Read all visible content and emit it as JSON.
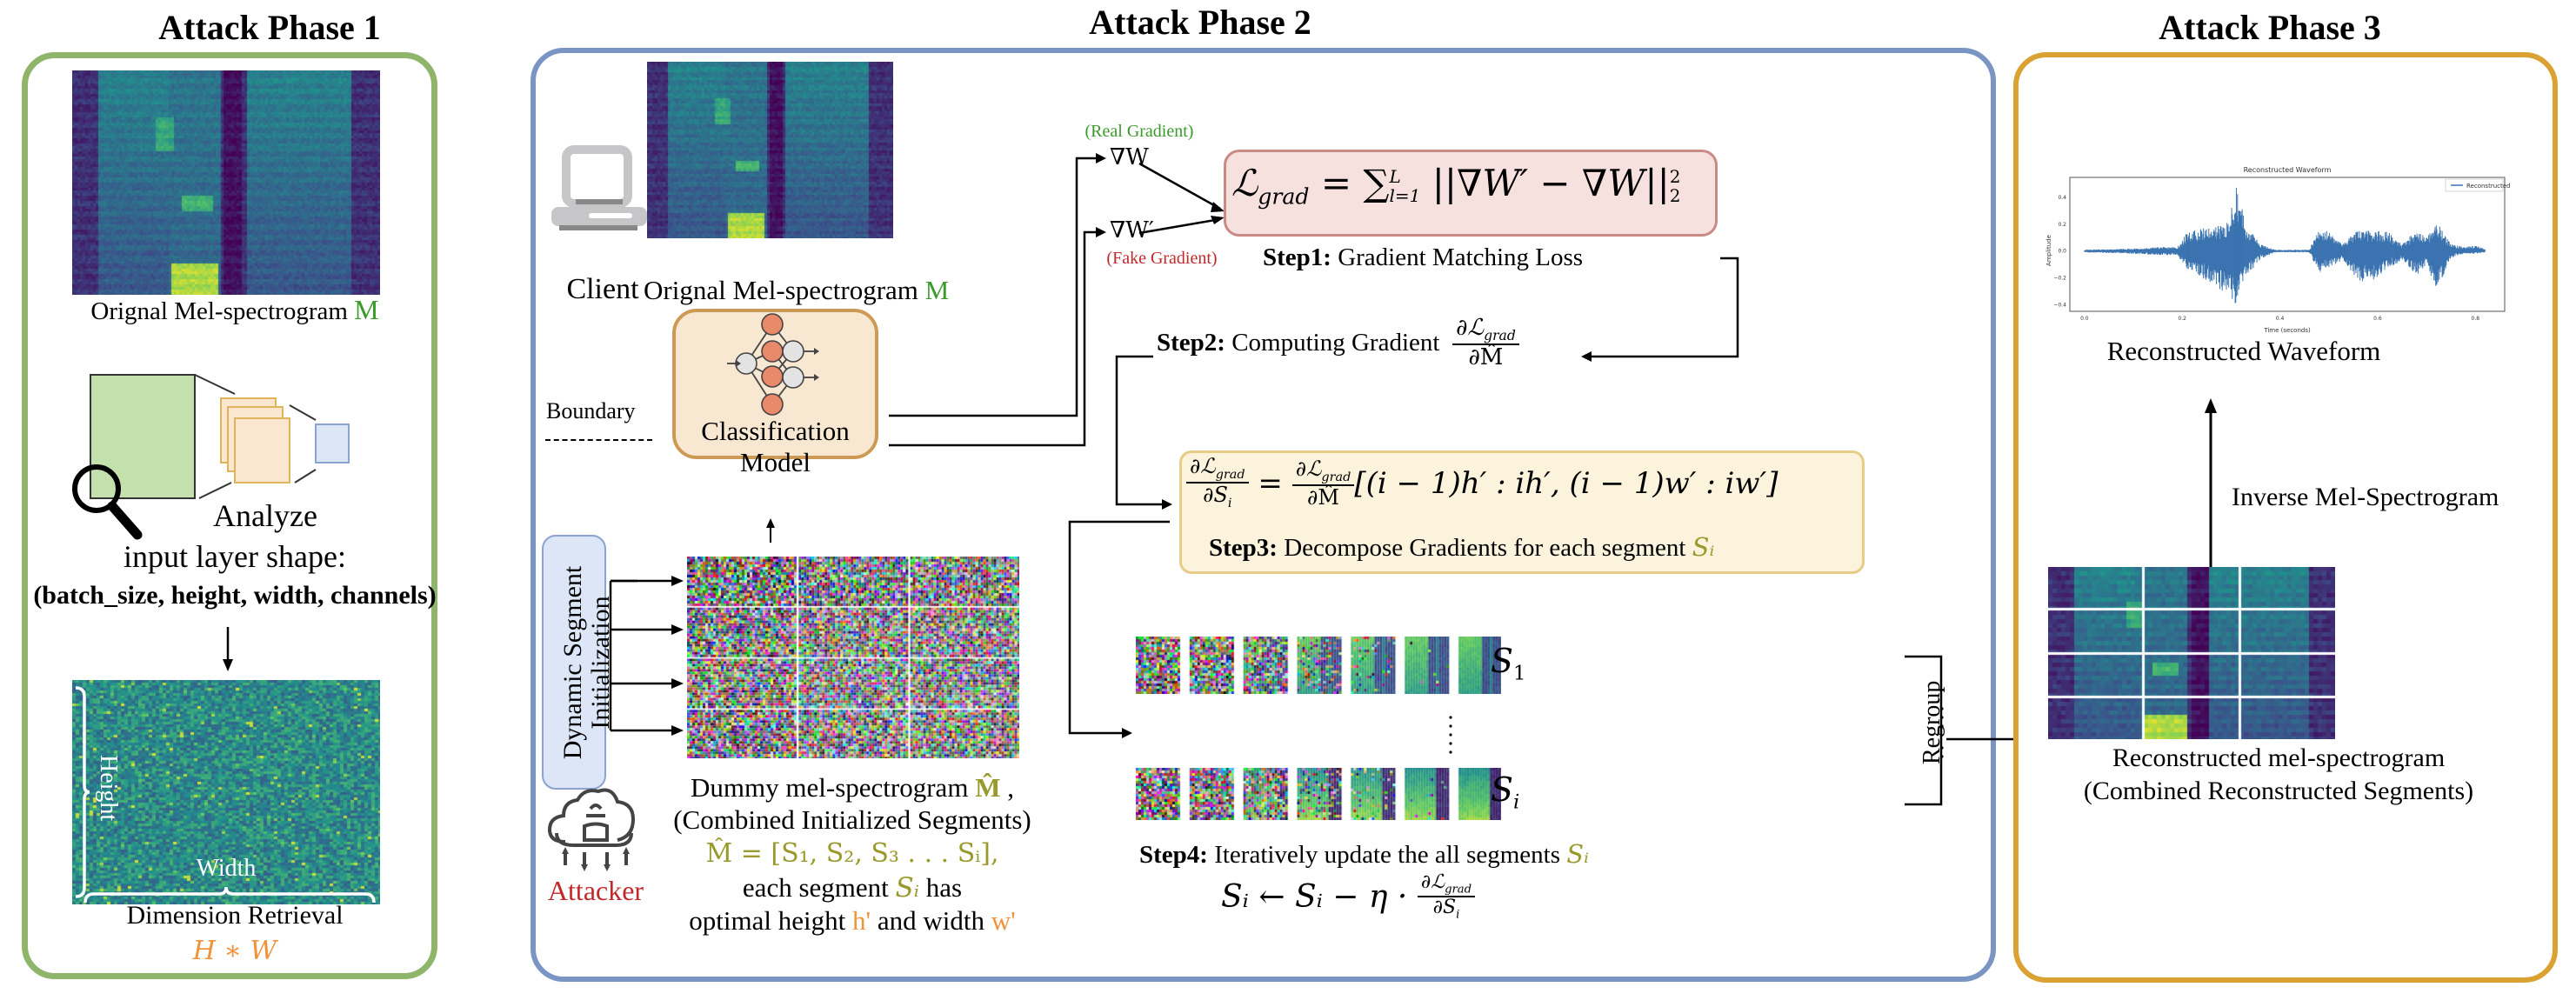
{
  "phase1": {
    "title": "Attack Phase 1",
    "spectrogram_caption": "Orignal Mel-spectrogram",
    "spectrogram_symbol": "M",
    "analyze_label": "Analyze",
    "input_layer_label": "input layer shape:",
    "shape_label": "(batch_size, height, width, channels)",
    "height_label": "Height",
    "width_label": "Width",
    "dimension_caption": "Dimension Retrieval",
    "dimension_formula": "H ∗ W"
  },
  "phase2": {
    "title": "Attack Phase 2",
    "client_label": "Client",
    "spectrogram_caption": "Orignal Mel-spectrogram",
    "spectrogram_symbol": "M",
    "boundary_label": "Boundary",
    "model_label": "Classification Model",
    "dynamic_init_line1": "Dynamic Segment",
    "dynamic_init_line2": "Initialization",
    "attacker_label": "Attacker",
    "dummy_caption_line1": "Dummy mel-spectrogram",
    "dummy_symbol": "M̂",
    "dummy_caption_line2": "(Combined Initialized Segments)",
    "dummy_formula": "M̂ = [S₁, S₂, S₃ . . . Sᵢ],",
    "segment_text_prefix": "each segment",
    "segment_symbol": "Sᵢ",
    "segment_text_suffix": "has",
    "optimal_prefix": "optimal height",
    "h_prime": "h'",
    "optimal_mid": "and width",
    "w_prime": "w'",
    "real_gradient_label": "(Real Gradient)",
    "real_gradient_symbol": "∇W",
    "fake_gradient_label": "(Fake Gradient)",
    "fake_gradient_symbol": "∇W′",
    "step1_bold": "Step1:",
    "step1_text": "Gradient Matching Loss",
    "loss_formula_lhs": "ℒ",
    "loss_formula_sub": "grad",
    "loss_formula_rhs": "= ∑",
    "loss_sum_sup": "L",
    "loss_sum_sub": "l=1",
    "loss_norm": "||∇W′ − ∇W||",
    "loss_norm_sub": "2",
    "loss_norm_sup": "2",
    "step2_bold": "Step2:",
    "step2_text": "Computing Gradient",
    "step2_num": "∂ℒ",
    "step2_num_sub": "grad",
    "step2_den": "∂M̂",
    "step3_lhs_num": "∂ℒ",
    "step3_lhs_num_sub": "grad",
    "step3_lhs_den": "∂S",
    "step3_lhs_den_sub": "i",
    "step3_eq": "=",
    "step3_rhs_num": "∂ℒ",
    "step3_rhs_num_sub": "grad",
    "step3_rhs_den": "∂M̂",
    "step3_slice": "[(i − 1)h′ : ih′, (i − 1)w′ : iw′]",
    "step3_bold": "Step3:",
    "step3_text": "Decompose Gradients for each segment",
    "step3_symbol": "Sᵢ",
    "row1_label": "S",
    "row1_sub": "1",
    "rowi_label": "S",
    "rowi_sub": "i",
    "regroup_label": "Regroup",
    "step4_bold": "Step4:",
    "step4_text": "Iteratively update the all segments",
    "step4_symbol": "Sᵢ",
    "step4_formula": "Sᵢ ← Sᵢ − η ·",
    "step4_num": "∂ℒ",
    "step4_num_sub": "grad",
    "step4_den": "∂S",
    "step4_den_sub": "i"
  },
  "phase3": {
    "title": "Attack Phase 3",
    "waveform_caption": "Reconstructed Waveform",
    "inverse_label": "Inverse Mel-Spectrogram",
    "recon_caption_line1": "Reconstructed mel-spectrogram",
    "recon_caption_line2": "(Combined Reconstructed Segments)"
  },
  "chart_data": {
    "type": "line",
    "title": "Reconstructed Waveform",
    "xlabel": "Time (seconds)",
    "ylabel": "Amplitude",
    "legend": [
      "Reconstructed"
    ],
    "legend_position": "top-right",
    "xlim": [
      -0.03,
      0.86
    ],
    "ylim": [
      -0.45,
      0.55
    ],
    "xticks": [
      "0.0",
      "0.2",
      "0.4",
      "0.6",
      "0.8"
    ],
    "yticks": [
      "0.4",
      "0.2",
      "0.0",
      "−0.2",
      "−0.4"
    ],
    "envelope": {
      "t": [
        0.0,
        0.1,
        0.15,
        0.19,
        0.21,
        0.24,
        0.27,
        0.29,
        0.31,
        0.33,
        0.36,
        0.39,
        0.42,
        0.46,
        0.48,
        0.5,
        0.53,
        0.56,
        0.59,
        0.62,
        0.65,
        0.68,
        0.7,
        0.72,
        0.75,
        0.78,
        0.8,
        0.82
      ],
      "max": [
        0.01,
        0.02,
        0.03,
        0.03,
        0.14,
        0.17,
        0.18,
        0.22,
        0.53,
        0.2,
        0.05,
        0.01,
        0.01,
        0.01,
        0.17,
        0.15,
        0.06,
        0.16,
        0.15,
        0.15,
        0.05,
        0.16,
        0.11,
        0.23,
        0.05,
        0.03,
        0.04,
        0.02
      ],
      "min": [
        -0.01,
        -0.02,
        -0.03,
        -0.03,
        -0.14,
        -0.2,
        -0.27,
        -0.31,
        -0.41,
        -0.2,
        -0.06,
        -0.01,
        -0.01,
        -0.01,
        -0.16,
        -0.12,
        -0.07,
        -0.23,
        -0.22,
        -0.13,
        -0.07,
        -0.18,
        -0.1,
        -0.3,
        -0.05,
        -0.02,
        -0.02,
        -0.01
      ]
    }
  },
  "colors": {
    "phase1_border": "#8fb56a",
    "phase2_border": "#7a94c4",
    "phase3_border": "#d9a232",
    "loss_box_fill": "#f6e1df",
    "loss_box_border": "#c98a86",
    "step3_box_fill": "#fcf3dc",
    "step3_box_border": "#e6cc86",
    "model_fill": "#f8e7d1",
    "model_border": "#cc9a55",
    "dynamic_fill": "#dce6f7",
    "dynamic_border": "#8aa3cf",
    "waveform_line": "#3a73b0"
  }
}
